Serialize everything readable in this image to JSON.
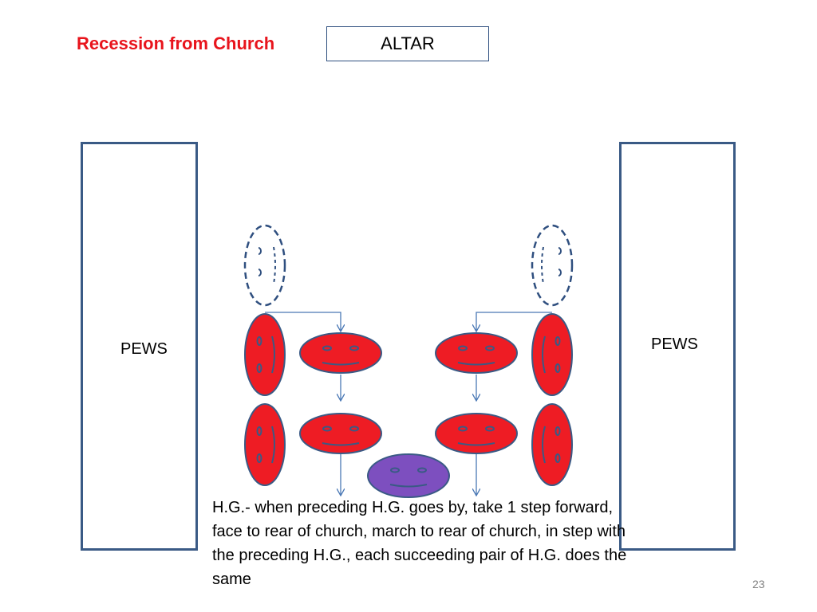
{
  "slide": {
    "title": "Recession from Church",
    "altar_label": "ALTAR",
    "pews_left_label": "PEWS",
    "pews_right_label": "PEWS",
    "note": "H.G.- when preceding H.G. goes by, take 1 step forward, face to rear of church, march to rear of church, in step with the preceding H.G., each succeeding pair of H.G. does the same",
    "page_number": "23"
  },
  "colors": {
    "title": "#e8141c",
    "face_fill": "#ee1c24",
    "face_stroke": "#3a5a85",
    "purple_face": "#7d4fbf",
    "border": "#3a5a85"
  },
  "figures": [
    {
      "name": "left-dashed-guard",
      "style": "dashed",
      "orientation": "vertical"
    },
    {
      "name": "right-dashed-guard",
      "style": "dashed",
      "orientation": "vertical"
    },
    {
      "name": "left-upper-side-face",
      "style": "red",
      "orientation": "vertical"
    },
    {
      "name": "left-upper-front-face",
      "style": "red",
      "orientation": "horizontal"
    },
    {
      "name": "right-upper-front-face",
      "style": "red",
      "orientation": "horizontal"
    },
    {
      "name": "right-upper-side-face",
      "style": "red",
      "orientation": "vertical"
    },
    {
      "name": "left-lower-side-face",
      "style": "red",
      "orientation": "vertical"
    },
    {
      "name": "left-lower-front-face",
      "style": "red",
      "orientation": "horizontal"
    },
    {
      "name": "right-lower-front-face",
      "style": "red",
      "orientation": "horizontal"
    },
    {
      "name": "right-lower-side-face",
      "style": "red",
      "orientation": "vertical"
    },
    {
      "name": "center-purple-face",
      "style": "purple",
      "orientation": "horizontal"
    }
  ]
}
